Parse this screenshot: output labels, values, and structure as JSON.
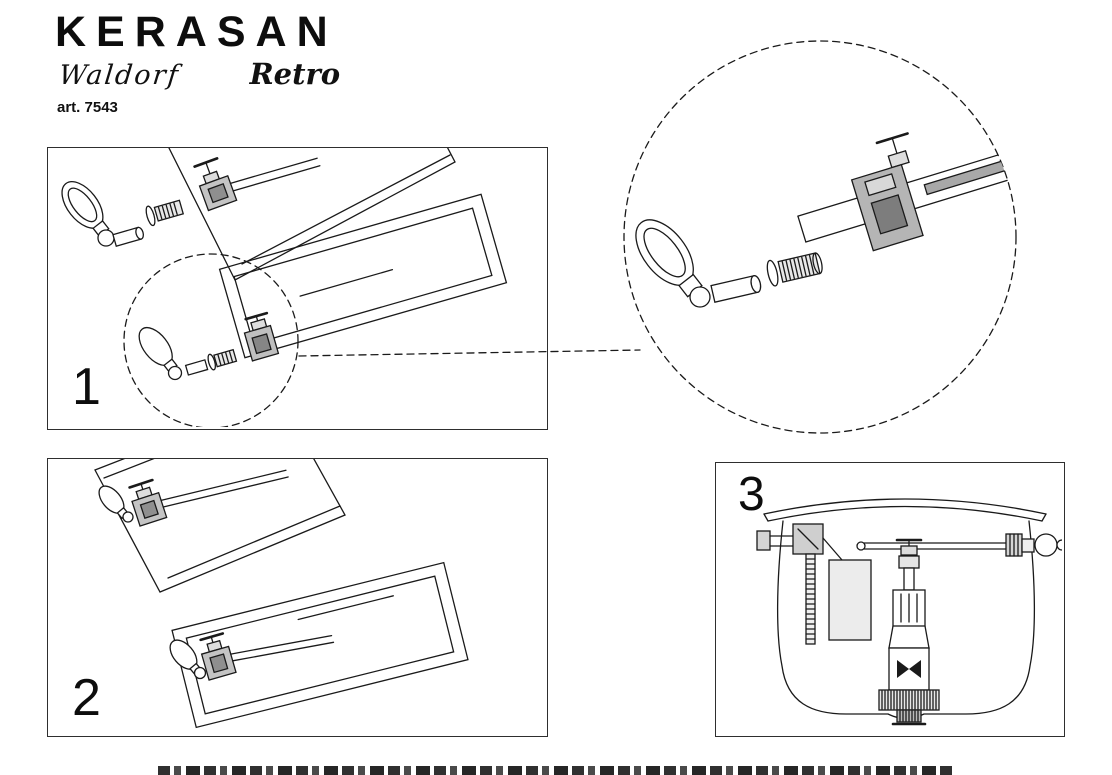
{
  "header": {
    "brand": "KERASAN",
    "collection": "Waldorf",
    "series": "Retro",
    "article": "art. 7543"
  },
  "steps": {
    "one": "1",
    "two": "2",
    "three": "3"
  },
  "colors": {
    "ink": "#1a1a1a",
    "metal": "#b5b5b5",
    "dark_metal": "#7d7d7d"
  }
}
